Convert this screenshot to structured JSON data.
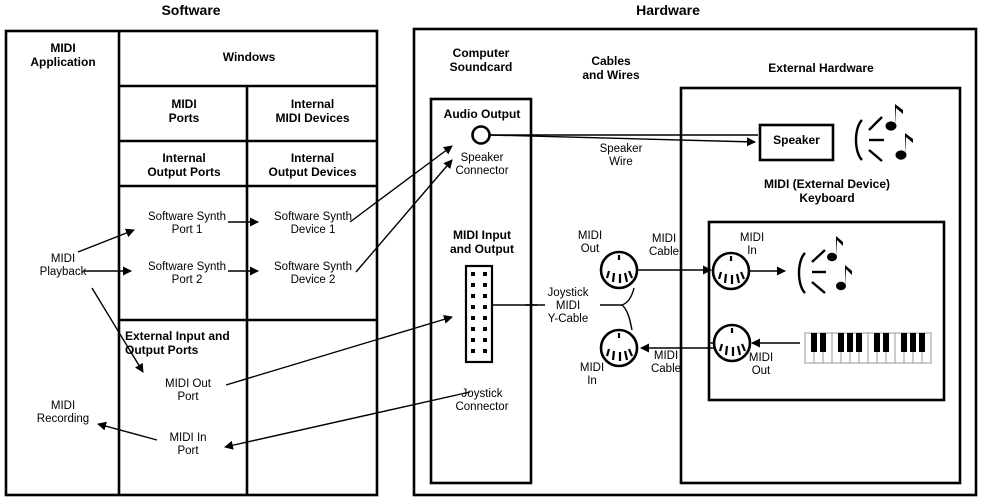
{
  "diagram": {
    "title_software": "Software",
    "title_hardware": "Hardware"
  },
  "software_table": {
    "col_app_header": "MIDI\nApplication",
    "col_windows_header": "Windows",
    "subheader_midi_ports": "MIDI\nPorts",
    "subheader_internal_devices": "Internal\nMIDI Devices",
    "row_internal_output_ports": "Internal\nOutput Ports",
    "row_internal_output_devices": "Internal\nOutput Devices",
    "app_playback": "MIDI\nPlayback",
    "app_recording": "MIDI\nRecording",
    "port_synth_1": "Software Synth\nPort 1",
    "port_synth_2": "Software Synth\nPort 2",
    "device_synth_1": "Software Synth\nDevice 1",
    "device_synth_2": "Software Synth\nDevice 2",
    "external_ports_header": "External Input and\nOutput Ports",
    "midi_out_port": "MIDI Out\nPort",
    "midi_in_port": "MIDI In\nPort"
  },
  "hardware": {
    "soundcard_title": "Computer\nSoundcard",
    "cables_title": "Cables\nand Wires",
    "external_hw_title": "External Hardware",
    "audio_output": "Audio Output",
    "speaker_connector": "Speaker\nConnector",
    "midi_input_output": "MIDI Input\nand Output",
    "joystick_connector": "Joystick\nConnector",
    "speaker_wire": "Speaker\nWire",
    "speaker_box": "Speaker",
    "keyboard_title": "MIDI (External Device)\nKeyboard",
    "joystick_y_cable": "Joystick\nMIDI\nY-Cable",
    "cable_midi_out": "MIDI\nOut",
    "cable_midi_in": "MIDI\nIn",
    "cable_label_top": "MIDI\nCable",
    "cable_label_bottom": "MIDI\nCable",
    "kbd_midi_in": "MIDI\nIn",
    "kbd_midi_out": "MIDI\nOut"
  },
  "colors": {
    "line": "#000000",
    "background": "#ffffff"
  }
}
